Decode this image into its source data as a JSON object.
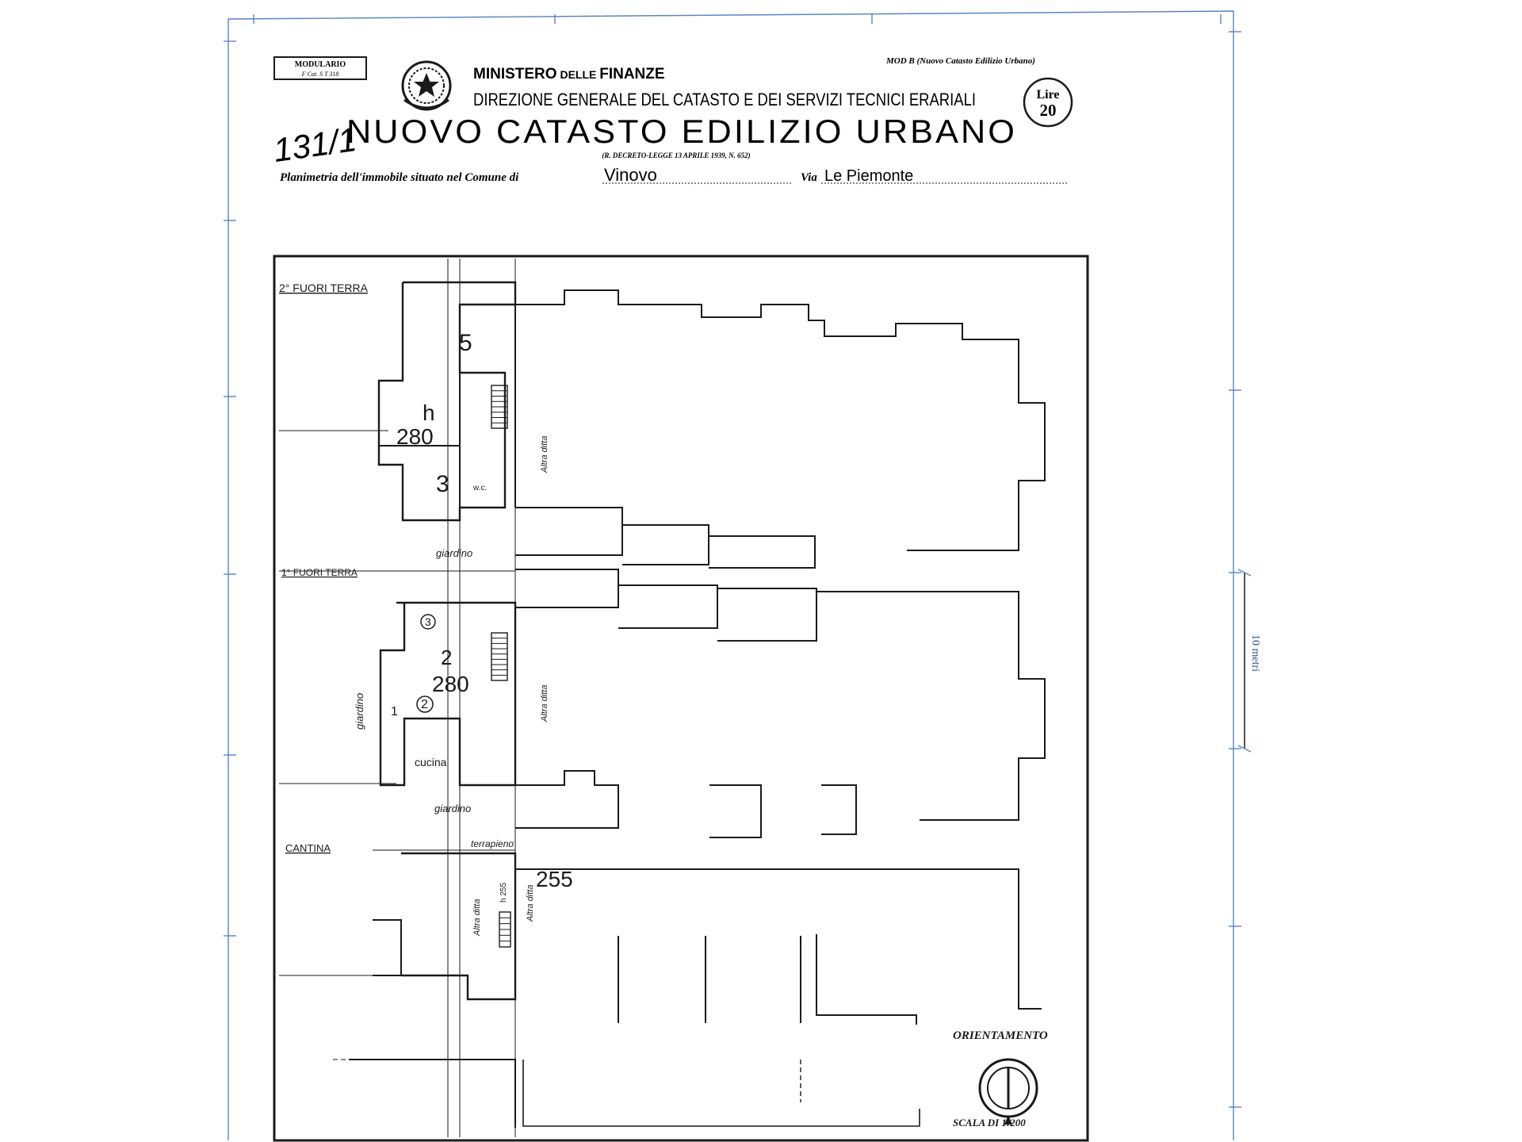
{
  "header": {
    "modulario_line1": "MODULARIO",
    "modulario_line2": "F    Cat. S T    318",
    "ministero_a": "MINISTERO",
    "ministero_b": " DELLE ",
    "ministero_c": "FINANZE",
    "direzione": "DIREZIONE GENERALE DEL CATASTO E DEI SERVIZI TECNICI ERARIALI",
    "mod_b": "MOD B (Nuovo Catasto Edilizio Urbano)",
    "lire_label": "Lire",
    "lire_value": "20",
    "handwritten_ref": "131/1",
    "title": "NUOVO CATASTO EDILIZIO URBANO",
    "decree": "(R. DECRETO-LEGGE 13 APRILE 1939, N. 652)",
    "planimetria_label": "Planimetria dell'immobile situato nel Comune di",
    "comune_value": "Vinovo",
    "via_label": "Via",
    "via_value": "Le Piemonte"
  },
  "plan": {
    "floor_2": "2° FUORI TERRA",
    "floor_1": "1° FUORI TERRA",
    "cantina": "CANTINA",
    "room_5": "5",
    "room_h": "h",
    "room_280_a": "280",
    "room_3": "3",
    "room_2": "2",
    "room_280_b": "280",
    "room_1c": "1",
    "room_2c": "2",
    "room_3c": "3",
    "cucina": "cucina",
    "giardino_top": "giardino",
    "giardino_side": "giardino",
    "giardino_bottom": "giardino",
    "terrapieno": "terrapieno",
    "altra_ditta_1": "Altra ditta",
    "altra_ditta_2": "Altra ditta",
    "altra_ditta_3": "Altra ditta",
    "altra_ditta_4": "Altra ditta",
    "h_label": "h 255",
    "room_255": "255",
    "wc": "w.c.",
    "orientamento": "ORIENTAMENTO",
    "scala": "SCALA DI 1:200"
  },
  "scale_bar": {
    "label": "10 metri"
  },
  "colors": {
    "ink": "#1a1a1a",
    "frame_blue": "#5b84c4",
    "pencil": "#2a2a2a"
  }
}
